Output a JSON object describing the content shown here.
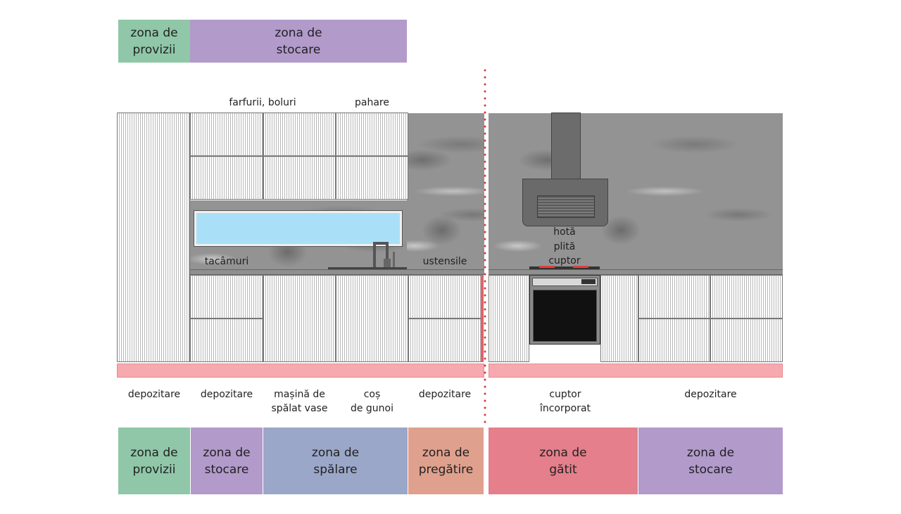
{
  "top_zones": [
    {
      "label": "zona de\nprovizii",
      "color": "#8fc7a8"
    },
    {
      "label": "zona de\nstocare",
      "color": "#b29acb"
    }
  ],
  "wall_labels": {
    "plates_bowls": "farfurii, boluri",
    "glasses": "pahare",
    "cutlery": "tacâmuri",
    "utensils": "ustensile",
    "hood": "hotă",
    "hob": "plită",
    "oven": "cuptor"
  },
  "cabinet_labels": [
    "depozitare",
    "depozitare",
    "mașină de\nspălat vase",
    "coș\nde gunoi",
    "depozitare",
    "cuptor\nîncorporat",
    "depozitare"
  ],
  "bottom_zones": [
    {
      "label": "zona de\nprovizii",
      "color": "#8fc7a8"
    },
    {
      "label": "zona de\nstocare",
      "color": "#b29acb"
    },
    {
      "label": "zona de\nspălare",
      "color": "#9ba7c8"
    },
    {
      "label": "zona de\npregătire",
      "color": "#e0a08e"
    },
    {
      "label": "zona de\ngătit",
      "color": "#e47f8b"
    },
    {
      "label": "zona de\nstocare",
      "color": "#b29acb"
    }
  ],
  "colors": {
    "divider": "#d9363e",
    "plinth": "#f6a9ae",
    "window": "#a9e0f7",
    "marble": "#939393"
  }
}
